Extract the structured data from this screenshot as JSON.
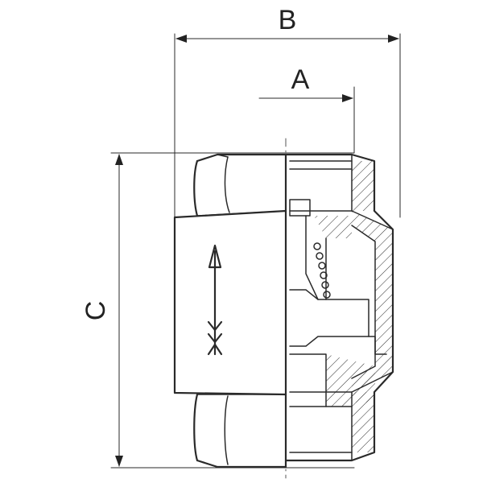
{
  "diagram": {
    "dimensions": {
      "a": "A",
      "b": "B",
      "c": "C"
    },
    "colors": {
      "line": "#2a2a2a",
      "background": "#ffffff"
    }
  }
}
